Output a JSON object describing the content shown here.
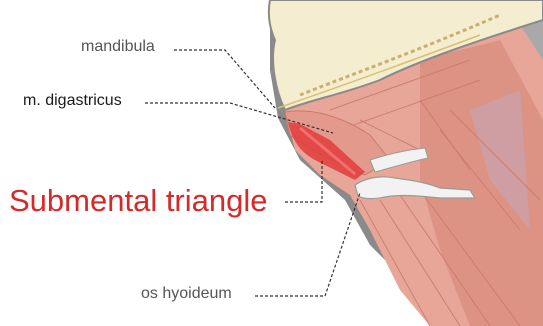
{
  "labels": {
    "mandibula": "mandibula",
    "digastricus": "m. digastricus",
    "submental": "Submental triangle",
    "hyoid": "os hyoideum"
  },
  "colors": {
    "muscle": "#e8a698",
    "muscle_dark": "#c97b6c",
    "bone": "#f4edcf",
    "skin_gray": "#8a8a8a",
    "highlight_red": "#e23b3b",
    "label_red": "#d42a2a"
  }
}
